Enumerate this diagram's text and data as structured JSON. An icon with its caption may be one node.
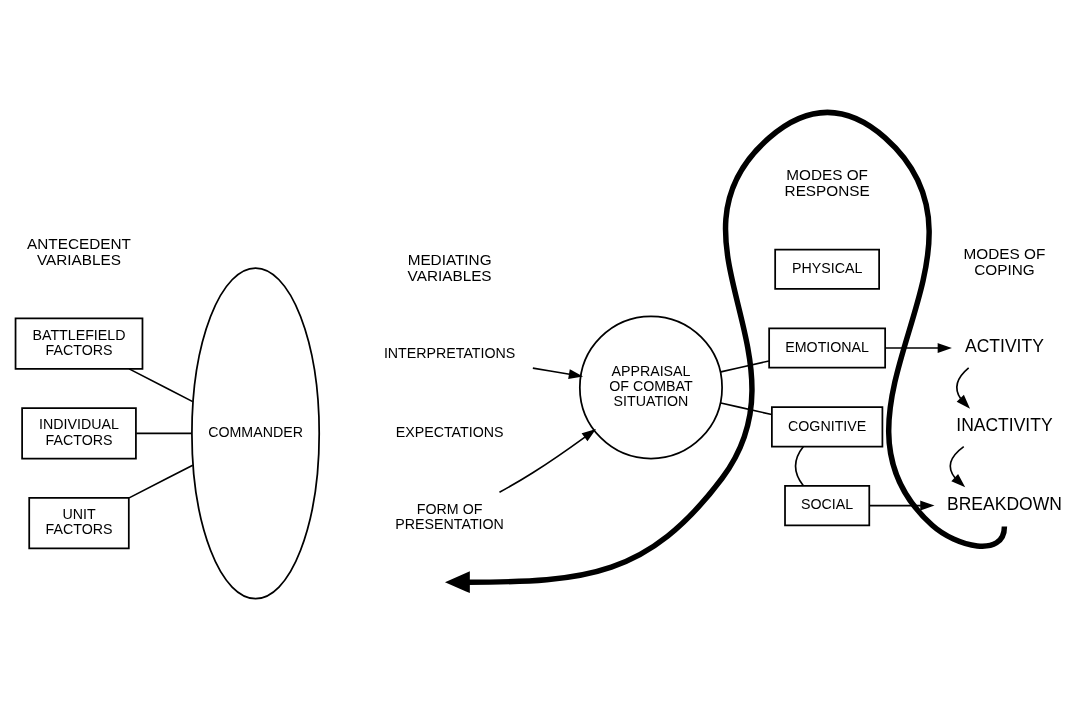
{
  "diagram": {
    "nodes": [
      {
        "text": [
          "BATTLEFIELD FACTORS"
        ]
      },
      {
        "text": [
          "INDIVIDUAL FACTORS"
        ]
      },
      {
        "text": [
          "UNIT FACTORS"
        ]
      },
      {
        "text": [
          "COMMANDER"
        ]
      },
      {
        "text": [
          "INTERPRETATIONS"
        ]
      },
      {
        "text": [
          "EXPECTATIONS"
        ]
      },
      {
        "text": [
          "FORM OF PRESENTATION"
        ]
      },
      {
        "text": [
          "APPRAISAL OF COMBAT SITUATION"
        ]
      },
      {
        "text": [
          "PHYSICAL"
        ]
      },
      {
        "text": [
          "EMOTIONAL"
        ]
      },
      {
        "text": [
          "COGNITIVE"
        ]
      },
      {
        "text": [
          "SOCIAL"
        ]
      },
      {
        "text": [
          "ACTIVITY"
        ]
      },
      {
        "text": [
          "INACTIVITY"
        ]
      },
      {
        "text": [
          "BREAKDOWN"
        ]
      }
    ],
    "edges": [
      {
        "from": 0,
        "to": 3,
        "arrow": "none"
      },
      {
        "from": 1,
        "to": 3,
        "arrow": "none"
      },
      {
        "from": 2,
        "to": 3,
        "arrow": "none"
      },
      {
        "from": 4,
        "to": 7,
        "arrow": "to"
      },
      {
        "from": 6,
        "to": 7,
        "arrow": "to"
      },
      {
        "from": 7,
        "to": 9,
        "arrow": "none"
      },
      {
        "from": 7,
        "to": 10,
        "arrow": "none"
      },
      {
        "from": 10,
        "to": 11,
        "arrow": "none"
      },
      {
        "from": 9,
        "to": 12,
        "arrow": "to"
      },
      {
        "from": 12,
        "to": 13,
        "arrow": "to"
      },
      {
        "from": 13,
        "to": 14,
        "arrow": "to"
      },
      {
        "from": 11,
        "to": 14,
        "arrow": "to"
      },
      {
        "from": 14,
        "to": null,
        "arrow": "to",
        "style": "thick"
      }
    ],
    "labels": [
      "ANTECEDENT VARIABLES",
      "MEDIATING VARIABLES",
      "MODES OF RESPONSE",
      "MODES OF COPING"
    ]
  }
}
